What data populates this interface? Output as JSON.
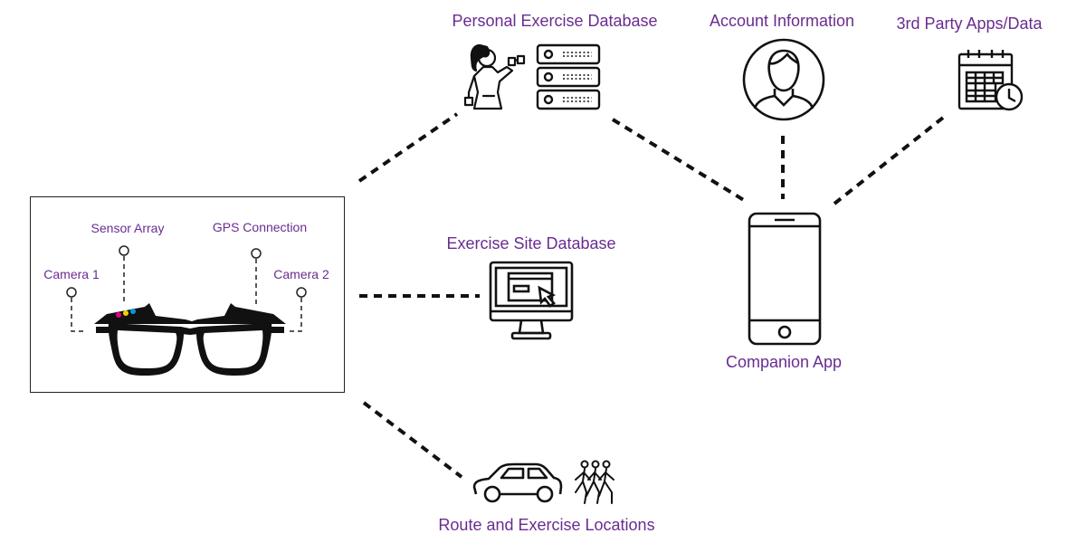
{
  "nodes": {
    "personal_exercise_db": {
      "label": "Personal Exercise Database",
      "icon": "woman-dumbbell-server-icon"
    },
    "account_info": {
      "label": "Account Information",
      "icon": "user-avatar-icon"
    },
    "third_party": {
      "label": "3rd Party Apps/Data",
      "icon": "calendar-clock-icon"
    },
    "exercise_site_db": {
      "label": "Exercise Site Database",
      "icon": "monitor-cursor-icon"
    },
    "companion_app": {
      "label": "Companion App",
      "icon": "smartphone-icon"
    },
    "routes": {
      "label": "Route and Exercise Locations",
      "icon": "car-walkers-icon"
    }
  },
  "glasses": {
    "icon": "smart-glasses-icon",
    "callouts": {
      "sensor_array": "Sensor Array",
      "gps_connection": "GPS Connection",
      "camera_1": "Camera 1",
      "camera_2": "Camera 2"
    },
    "sensor_colors": [
      "#e6007e",
      "#f5d000",
      "#0099dd"
    ]
  }
}
